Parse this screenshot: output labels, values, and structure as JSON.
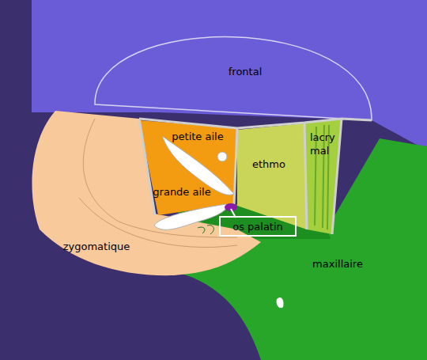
{
  "diagram": {
    "nodes": [
      {
        "text": [
          "os palatin"
        ]
      }
    ],
    "labels": [
      "frontal",
      "petite aile",
      "ethmo",
      "lacry mal",
      "grande aile",
      "zygomatique",
      "maxillaire"
    ]
  }
}
